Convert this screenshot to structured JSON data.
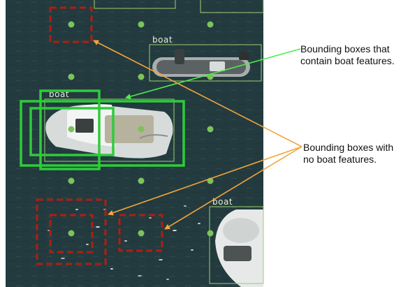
{
  "colors": {
    "water": "#233b3f",
    "anchor_dot": "#7cc35b",
    "positive_box": "#2ecc3a",
    "negative_box": "#b01e12",
    "detection_box": "#9ccf6e",
    "arrow_positive": "#4ded4d",
    "arrow_negative": "#f5a43c"
  },
  "annotations": {
    "positive_caption": "Bounding boxes that\ncontain boat features.",
    "negative_caption": "Bounding boxes with\nno boat features."
  },
  "detections": [
    {
      "label": "boat"
    },
    {
      "label": "boat"
    },
    {
      "label": "boat"
    }
  ],
  "icons": [
    "inflatable-boat-icon",
    "motor-yacht-icon",
    "partial-yacht-icon"
  ]
}
